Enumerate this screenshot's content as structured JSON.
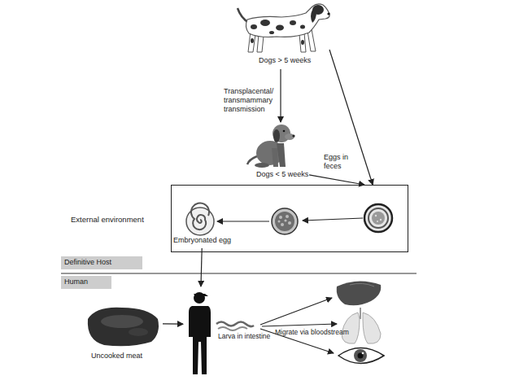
{
  "diagram": {
    "nodes": [
      {
        "text": [
          "Dogs > 5 weeks"
        ]
      },
      {
        "text": [
          "Dogs < 5 weeks"
        ]
      },
      {
        "text": [
          "External environment"
        ]
      },
      {
        "text": [
          "Embryonated egg"
        ],
        "in": 2
      },
      {
        "text": [
          "Definitive Host"
        ]
      },
      {
        "text": [
          "Human"
        ]
      },
      {
        "text": [
          "Uncooked meat"
        ]
      },
      {
        "text": [
          "Larva in intestine"
        ]
      }
    ],
    "edges": [
      {
        "from": 0,
        "to": 1,
        "arrow": "to",
        "label": "Transplacental/ transmammary transmission"
      },
      {
        "from": 0,
        "to": 2,
        "arrow": "to",
        "label": "Eggs in feces"
      },
      {
        "from": 1,
        "to": 2,
        "arrow": "to"
      },
      {
        "from": 3,
        "to": 7,
        "arrow": "to"
      },
      {
        "from": 6,
        "to": 7,
        "arrow": "to"
      }
    ],
    "labels": [
      "Migrate via bloodstream"
    ]
  }
}
